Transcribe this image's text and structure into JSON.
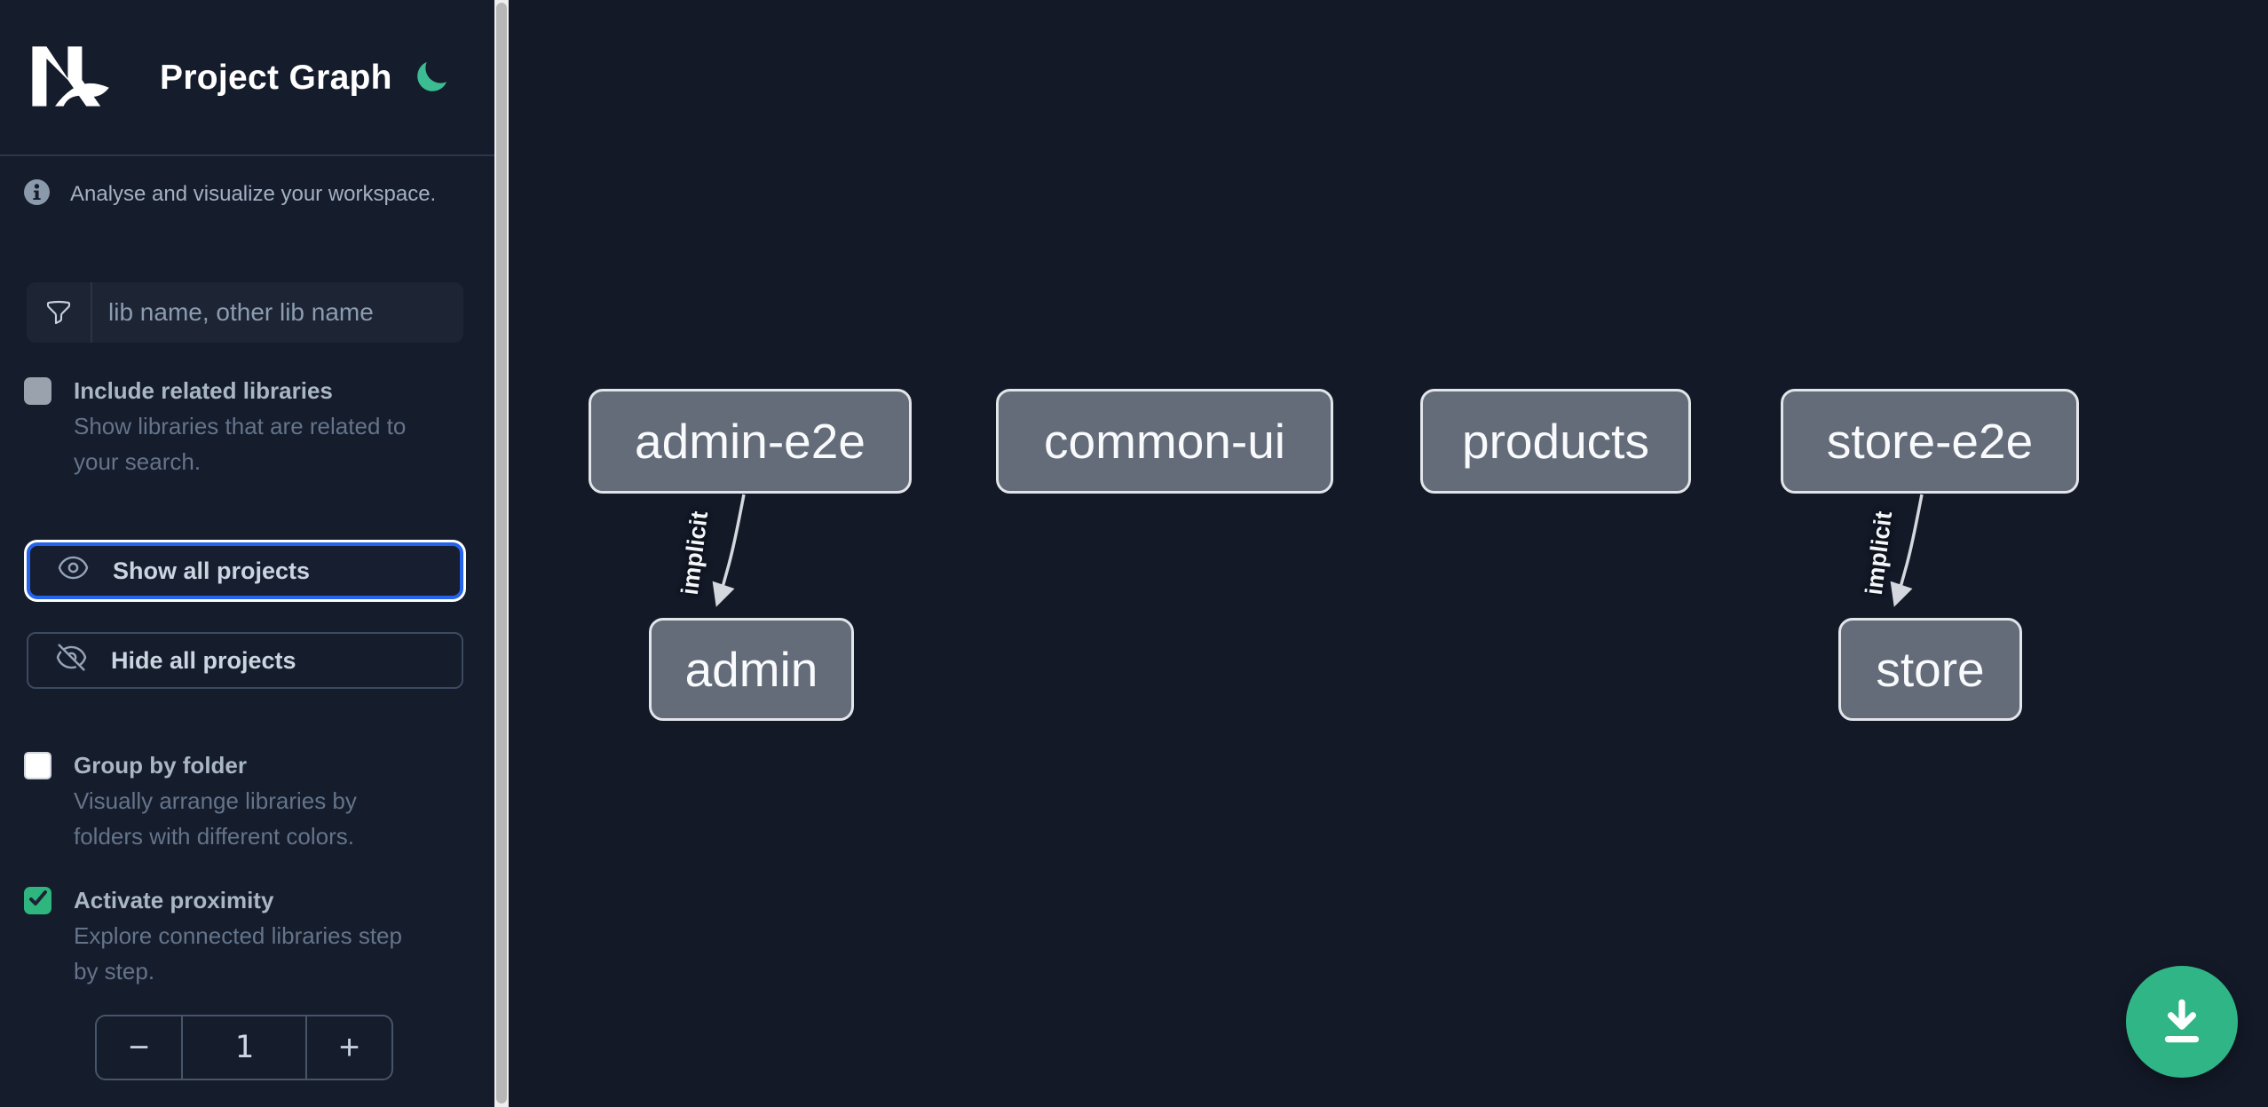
{
  "sidebar": {
    "title": "Project Graph",
    "tagline": "Analyse and visualize your workspace.",
    "filter": {
      "placeholder": "lib name, other lib name",
      "value": ""
    },
    "include_related": {
      "label": "Include related libraries",
      "description": "Show libraries that are related to\nyour search.",
      "checked": false
    },
    "buttons": {
      "show_all": "Show all projects",
      "hide_all": "Hide all projects"
    },
    "group_by_folder": {
      "label": "Group by folder",
      "description": "Visually arrange libraries by\nfolders with different colors.",
      "checked": false
    },
    "activate_proximity": {
      "label": "Activate proximity",
      "description": "Explore connected libraries step\nby step.",
      "checked": true
    },
    "proximity_stepper": {
      "decrement_label": "−",
      "value": "1",
      "increment_label": "+"
    }
  },
  "graph": {
    "nodes": [
      {
        "id": "admin-e2e",
        "label": "admin-e2e"
      },
      {
        "id": "common-ui",
        "label": "common-ui"
      },
      {
        "id": "products",
        "label": "products"
      },
      {
        "id": "store-e2e",
        "label": "store-e2e"
      },
      {
        "id": "admin",
        "label": "admin"
      },
      {
        "id": "store",
        "label": "store"
      }
    ],
    "edges": [
      {
        "source": "admin-e2e",
        "target": "admin",
        "label": "implicit"
      },
      {
        "source": "store-e2e",
        "target": "store",
        "label": "implicit"
      }
    ]
  },
  "colors": {
    "background": "#131927",
    "accent_green": "#34b88a",
    "focus_blue": "#2563eb",
    "node_fill": "#646c7a",
    "node_border": "#e2e5e9",
    "edge": "#d4d8de"
  }
}
